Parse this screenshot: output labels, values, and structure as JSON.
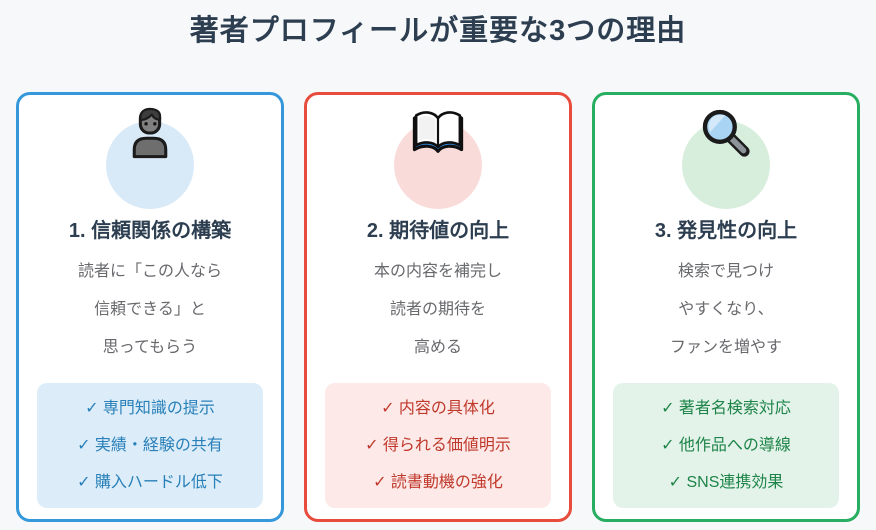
{
  "page": {
    "title": "著者プロフィールが重要な3つの理由",
    "title_color": "#2c3e50",
    "background": "#f7f8fa"
  },
  "cards": [
    {
      "accent": "#3498db",
      "circle_bg": "#d8e9f8",
      "icon": "person-icon",
      "title": "1. 信頼関係の構築",
      "description_lines": [
        "読者に「この人なら",
        "信頼できる」と",
        "思ってもらう"
      ],
      "checklist": {
        "bg": "#dcedf9",
        "text_color": "#2980b9",
        "items": [
          "✓ 専門知識の提示",
          "✓ 実績・経験の共有",
          "✓ 購入ハードル低下"
        ]
      }
    },
    {
      "accent": "#e74c3c",
      "circle_bg": "#f9dcd9",
      "icon": "open-book-icon",
      "title": "2. 期待値の向上",
      "description_lines": [
        "本の内容を補完し",
        "読者の期待を",
        "高める"
      ],
      "checklist": {
        "bg": "#fce9e8",
        "text_color": "#c0392b",
        "items": [
          "✓ 内容の具体化",
          "✓ 得られる価値明示",
          "✓ 読書動機の強化"
        ]
      }
    },
    {
      "accent": "#27ae60",
      "circle_bg": "#d8eedd",
      "icon": "magnifying-glass-icon",
      "title": "3. 発見性の向上",
      "description_lines": [
        "検索で見つけ",
        "やすくなり、",
        "ファンを増やす"
      ],
      "checklist": {
        "bg": "#e3f3e9",
        "text_color": "#1e8449",
        "items": [
          "✓ 著者名検索対応",
          "✓ 他作品への導線",
          "✓ SNS連携効果"
        ]
      }
    }
  ]
}
